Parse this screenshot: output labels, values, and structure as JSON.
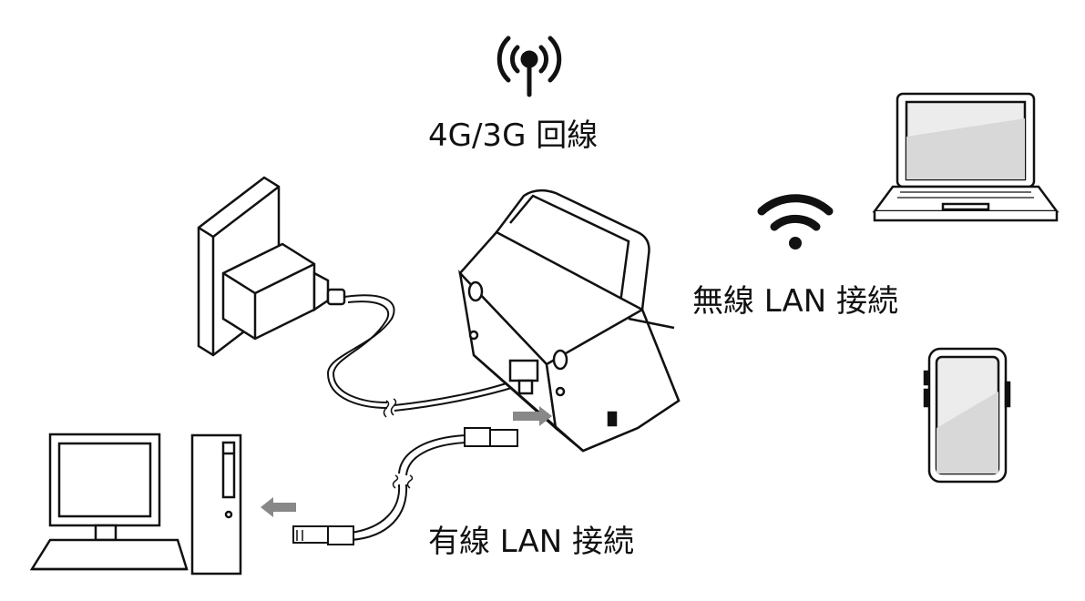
{
  "labels": {
    "cellular": "4G/3G 回線",
    "wireless": "無線 LAN 接続",
    "wired": "有線 LAN 接続"
  },
  "icons": {
    "antenna": "antenna-signal-icon",
    "wifi": "wifi-icon",
    "laptop": "laptop-icon",
    "smartphone": "smartphone-icon",
    "desktop": "desktop-pc-icon",
    "outlet": "wall-outlet-icon",
    "router": "router-icon",
    "adapter": "ac-adapter-icon",
    "ethernet": "ethernet-cable-icon"
  },
  "colors": {
    "line": "#111111",
    "arrow": "#888888",
    "screen_shade": "#d8d8d8"
  }
}
